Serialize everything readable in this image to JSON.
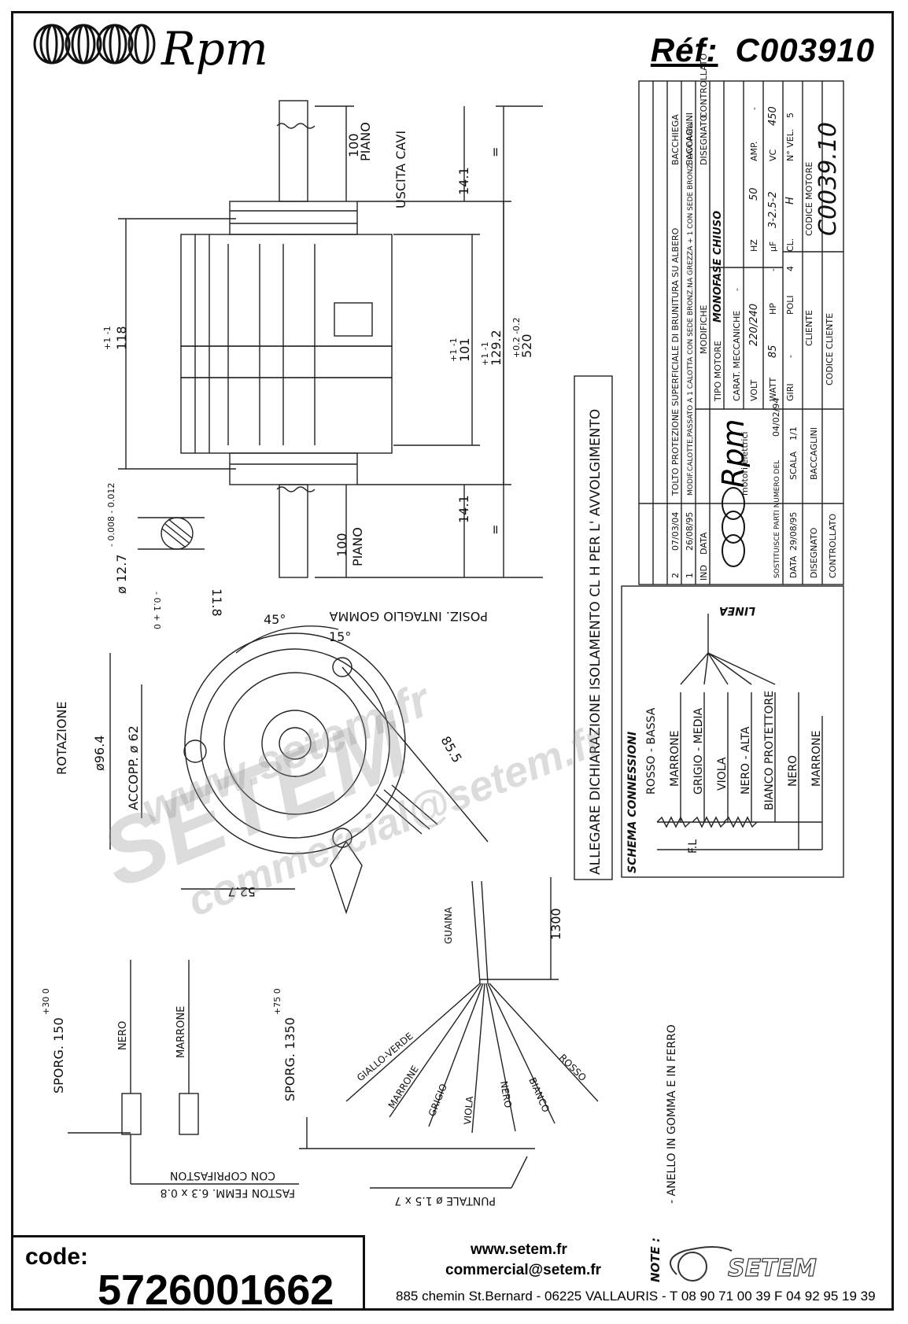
{
  "header": {
    "brand": "Rpm",
    "ref_label": "Réf:",
    "ref_value": "C003910"
  },
  "drawing": {
    "dims": {
      "d100_top": "100",
      "piano_top": "PIANO",
      "uscita_cavi": "USCITA CAVI",
      "d14_1_top": "14.1",
      "eq_top": "=",
      "d118": "118",
      "d118_tol": "+1 -1",
      "d101": "101",
      "d101_tol": "+1 -1",
      "d129_2": "129.2",
      "d129_tol": "+1 -1",
      "d520": "520",
      "d520_tol": "+0.2 -0.2",
      "eq_bottom": "=",
      "d14_1_bottom": "14.1",
      "d100_bottom": "100",
      "piano_bottom": "PIANO",
      "shaft_d": "ø 12.7",
      "shaft_tol": "- 0.008 - 0.012",
      "flat": "11.8",
      "flat_tol": "- 0.1 + 0",
      "angle45": "45°",
      "angle15": "15°",
      "posiz": "POSIZ. INTAGLIO GOMMA",
      "rotazione": "ROTAZIONE",
      "d96_4": "ø96.4",
      "accopp": "ACCOPP. ø 62",
      "d85_5": "85.5",
      "d52_7": "52.7",
      "d1300": "1300",
      "guaina": "GUAINA",
      "sporg150": "SPORG. 150",
      "sporg150_tol": "+30 0",
      "sporg1350": "SPORG. 1350",
      "sporg1350_tol": "+75 0",
      "faston1": "CON COPRIFASTON",
      "faston2": "FASTON FEMM. 6.3 x 0.8",
      "puntale": "PUNTALE ø 1.5 x 7"
    },
    "short_wires": [
      "NERO",
      "MARRONE"
    ],
    "long_wires": [
      "GIALLO-VERDE",
      "MARRONE",
      "GRIGIO",
      "VIOLA",
      "NERO",
      "BIANCO",
      "ROSSO"
    ],
    "allegare": "ALLEGARE DICHIARAZIONE ISOLAMENTO CL H PER L' AVVOLGIMENTO",
    "note_label": "NOTE :",
    "note_text": "- ANELLO IN GOMMA E IN FERRO"
  },
  "schema": {
    "title": "SCHEMA CONNESSIONI",
    "linea": "LINEA",
    "fl": "F.L",
    "wires": [
      "ROSSO - BASSA",
      "MARRONE",
      "GRIGIO - MEDIA",
      "VIOLA",
      "NERO - ALTA",
      "BIANCO PROTETTORE",
      "NERO",
      "MARRONE"
    ]
  },
  "title_block": {
    "revisions": [
      {
        "n": "2",
        "date": "07/03/04",
        "text": "TOLTO PROTEZIONE SUPERFICIALE DI BRUNITURA SU ALBERO",
        "by": "BACCHIEGA"
      },
      {
        "n": "1",
        "date": "26/08/95",
        "text": "MODIF.CALOTTE,PASSATO A 1 CALOTTA CON SEDE BRONZ.NA GREZZA + 1 CON SEDE BRONZ. LAVORATA.",
        "by": "BACCAGLINI"
      }
    ],
    "rev_header": {
      "ind": "IND",
      "data": "DATA",
      "modifiche": "MODIFICHE",
      "disegnato": "DISEGNATO",
      "controllato": "CONTROLLATO"
    },
    "company_sub": "motori elettrici",
    "sostituisce": "SOSTITUISCE PARTI NUMERO DEL",
    "sost_date": "04/02/94",
    "data_label": "DATA",
    "data_value": "29/08/95",
    "scala_label": "SCALA",
    "scala_value": "1/1",
    "disegnato_label": "DISEGNATO",
    "disegnato_value": "BACCAGLINI",
    "controllato_label": "CONTROLLATO",
    "tipo_motore_label": "TIPO MOTORE",
    "tipo_motore_value": "MONOFASE CHIUSO",
    "carat_label": "CARAT. MECCANICHE",
    "carat_value": "-",
    "volt_label": "VOLT",
    "volt_value": "220/240",
    "hz_label": "HZ",
    "hz_value": "50",
    "amp_label": "AMP.",
    "amp_value": "-",
    "watt_label": "WATT",
    "watt_value": "85",
    "hp_label": "HP",
    "hp_value": "-",
    "uf_label": "μF",
    "uf_value": "3-2.5-2",
    "vc_label": "VC",
    "vc_value": "450",
    "giri_label": "GIRI",
    "giri_value": "-",
    "poli_label": "POLI",
    "poli_value": "4",
    "cl_label": "CL.",
    "cl_value": "H",
    "nvel_label": "N° VEL.",
    "nvel_value": "5",
    "cliente_label": "CLIENTE",
    "codice_cliente_label": "CODICE CLIENTE",
    "codice_motore_label": "CODICE MOTORE",
    "codice_motore_value": "C0039.10"
  },
  "watermark": {
    "a": "www.setem.fr",
    "b": "SETEM",
    "c": "commercial@setem.fr"
  },
  "footer": {
    "code_label": "code:",
    "code_value": "5726001662",
    "website": "www.setem.fr",
    "email": "commercial@setem.fr",
    "address": "885 chemin St.Bernard  -  06225 VALLAURIS  -  T 08 90 71 00 39  F 04 92 95 19 39",
    "setem_logo": "SETEM"
  }
}
